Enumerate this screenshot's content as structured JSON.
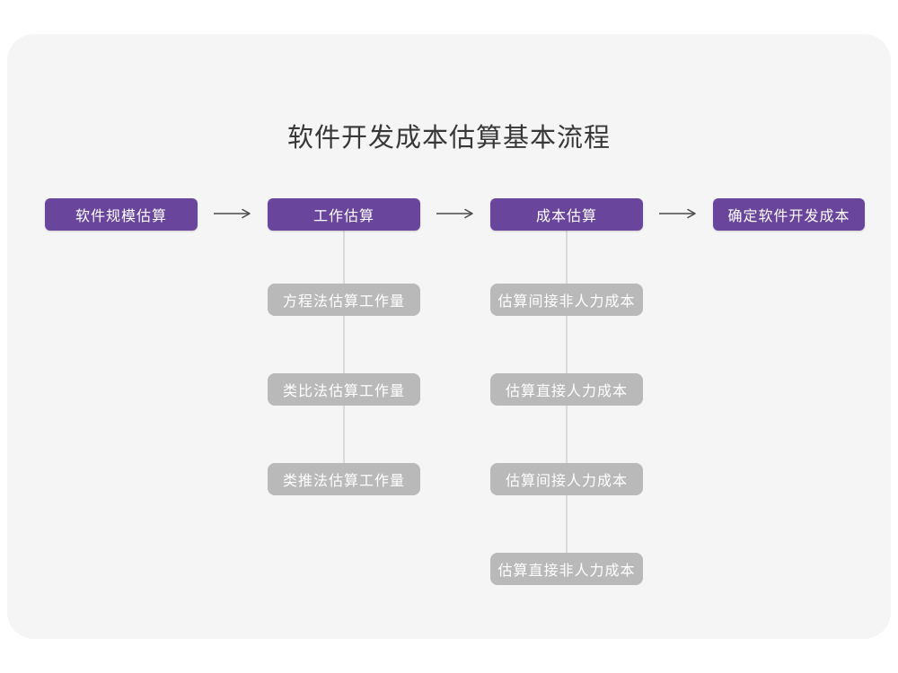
{
  "title": "软件开发成本估算基本流程",
  "colors": {
    "accent_purple": "#69469b",
    "box_gray": "#b9b9b9",
    "line_gray": "#d9d9d9",
    "arrow_gray": "#4a4a4a",
    "card_bg": "#f5f5f5",
    "page_bg": "#ffffff",
    "title_color": "#383838",
    "box_text": "#ffffff"
  },
  "flow": {
    "main_steps": [
      {
        "label": "软件规模估算"
      },
      {
        "label": "工作估算"
      },
      {
        "label": "成本估算"
      },
      {
        "label": "确定软件开发成本"
      }
    ],
    "work_estimation_substeps": [
      "方程法估算工作量",
      "类比法估算工作量",
      "类推法估算工作量"
    ],
    "cost_estimation_substeps": [
      "估算间接非人力成本",
      "估算直接人力成本",
      "估算间接人力成本",
      "估算直接非人力成本"
    ]
  }
}
